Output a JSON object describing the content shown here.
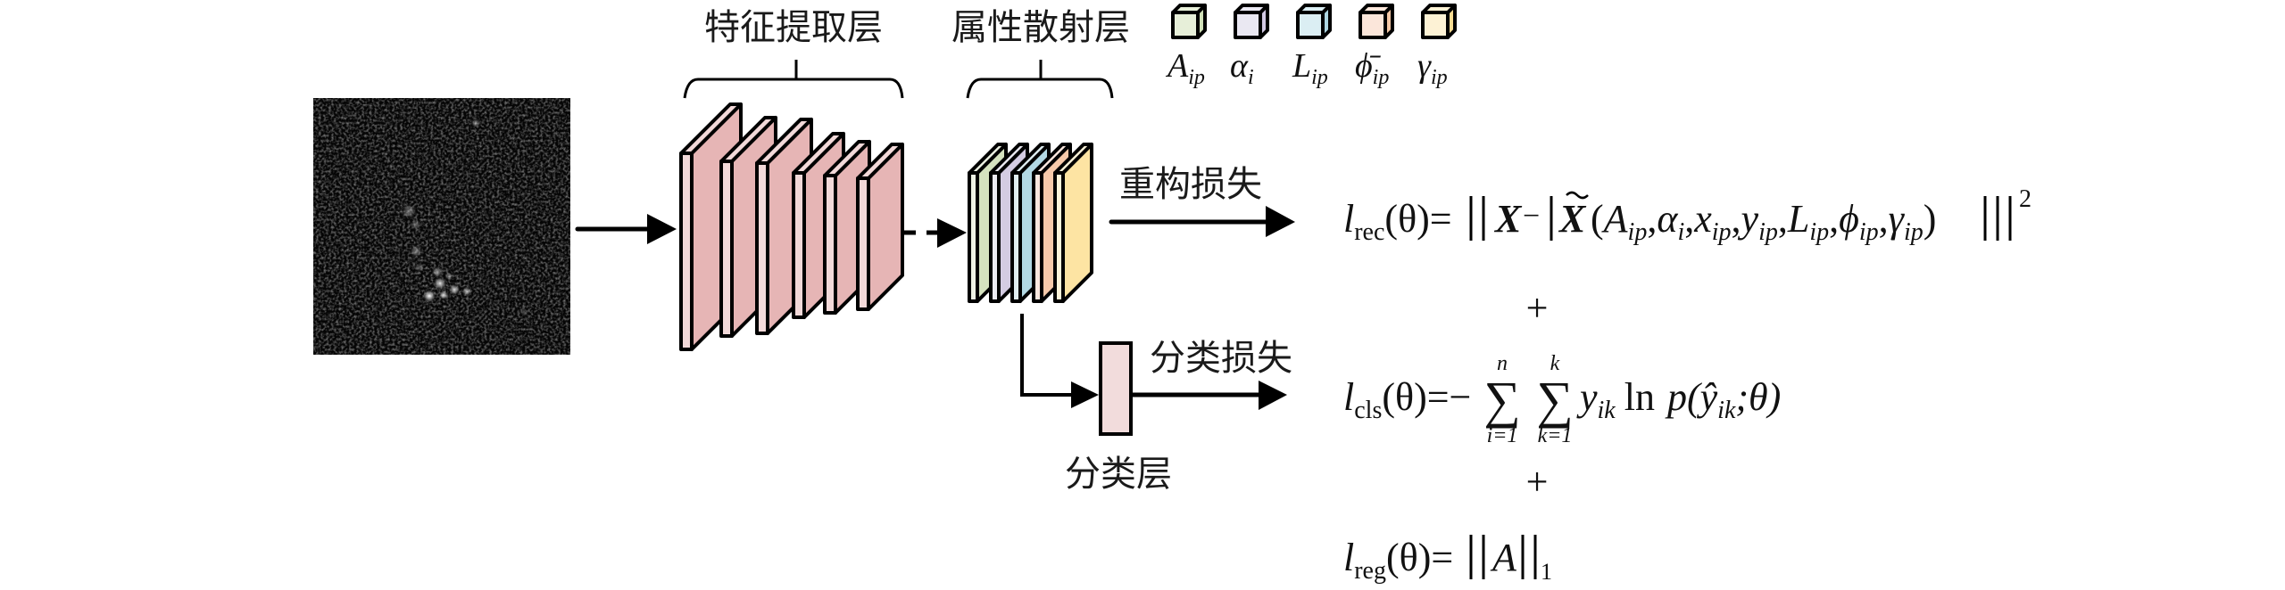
{
  "labels": {
    "feature_extraction": "特征提取层",
    "attribute_scattering": "属性散射层",
    "reconstruction_loss": "重构损失",
    "classification_loss": "分类损失",
    "classification_layer": "分类层"
  },
  "input_image": {
    "name": "SAR target chip",
    "description": "grayscale SAR image with bright scatterers"
  },
  "feature_layers": {
    "count": 6,
    "front_color": "#f2d9d9",
    "side_color": "#e6b5b5"
  },
  "attribute_layers": [
    {
      "param": "A",
      "sub": "ip",
      "front_color": "#eef2e4",
      "side_color": "#d5e2bf"
    },
    {
      "param": "α",
      "sub": "i",
      "front_color": "#ecebf2",
      "side_color": "#d4cce2"
    },
    {
      "param": "L",
      "sub": "ip",
      "front_color": "#e1eff2",
      "side_color": "#b3d9e4"
    },
    {
      "param": "φ̄",
      "sub": "ip",
      "front_color": "#fbe8df",
      "side_color": "#f6c9aa"
    },
    {
      "param": "γ",
      "sub": "ip",
      "front_color": "#fdf4da",
      "side_color": "#fde4a3"
    }
  ],
  "legend": [
    {
      "symbol": "A",
      "sub": "ip",
      "color": "#e7efd9",
      "side": "#d0e0b8"
    },
    {
      "symbol": "α",
      "sub": "i",
      "color": "#eae8f2",
      "side": "#d2c9e3"
    },
    {
      "symbol": "L",
      "sub": "ip",
      "color": "#dbeef3",
      "side": "#aed6e2"
    },
    {
      "symbol": "ϕ̄",
      "sub": "ip",
      "color": "#fbe6da",
      "side": "#f3c7a6"
    },
    {
      "symbol": "γ",
      "sub": "ip",
      "color": "#fdf2d5",
      "side": "#f8dc92"
    }
  ],
  "classification_box_color": "#f2dcdc",
  "equations": {
    "rec": {
      "lhs": "l",
      "lhs_sub": "rec",
      "theta": "(θ)=",
      "norm_open": "||",
      "X": "X",
      "minus": "−",
      "bar": "|",
      "X_tilde": "X̃",
      "args": "(A",
      "args_full": [
        {
          "v": "A",
          "s": "ip"
        },
        {
          "v": "α",
          "s": "i"
        },
        {
          "v": "x",
          "s": "ip"
        },
        {
          "v": "y",
          "s": "ip"
        },
        {
          "v": "L",
          "s": "ip"
        },
        {
          "v": "ϕ",
          "s": "ip"
        },
        {
          "v": "γ",
          "s": "ip"
        }
      ],
      "close": ")|||",
      "power": "2"
    },
    "plus": "+",
    "cls": {
      "lhs": "l",
      "lhs_sub": "cls",
      "theta": "(θ)=−",
      "sum1_top": "n",
      "sum1_bot": "i=1",
      "sum2_top": "k",
      "sum2_bot": "k=1",
      "sigma": "∑",
      "term": "y",
      "term_sub": "ik",
      "ln": "ln",
      "p": "p(",
      "yhat": "ŷ",
      "yhat_sub": "ik",
      "tail": ";θ)"
    },
    "reg": {
      "lhs": "l",
      "lhs_sub": "reg",
      "theta": "(θ)=",
      "norm": "||A||",
      "norm_sub": "1"
    }
  }
}
